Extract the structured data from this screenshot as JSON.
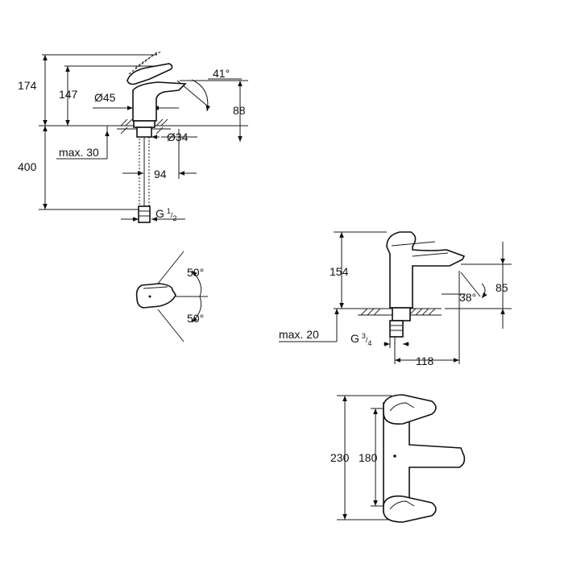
{
  "diagram": {
    "basin_tap": {
      "height_total": "174",
      "height_lever": "147",
      "spout_diameter": "Ø45",
      "lever_angle": "41°",
      "spout_height": "88",
      "base_diameter": "Ø34",
      "max_thickness": "max. 30",
      "hose_length": "400",
      "spout_reach": "94",
      "thread_letter": "G",
      "thread_num": "1",
      "thread_den": "2"
    },
    "top_view": {
      "angle_top": "50°",
      "angle_bottom": "50°"
    },
    "pillar_tap": {
      "height": "154",
      "spout_angle": "38°",
      "spout_height": "85",
      "max_thickness": "max. 20",
      "thread_letter": "G",
      "thread_num": "3",
      "thread_den": "4",
      "spout_reach": "118"
    },
    "bath_mixer": {
      "height_total": "230",
      "center_distance": "180"
    }
  }
}
